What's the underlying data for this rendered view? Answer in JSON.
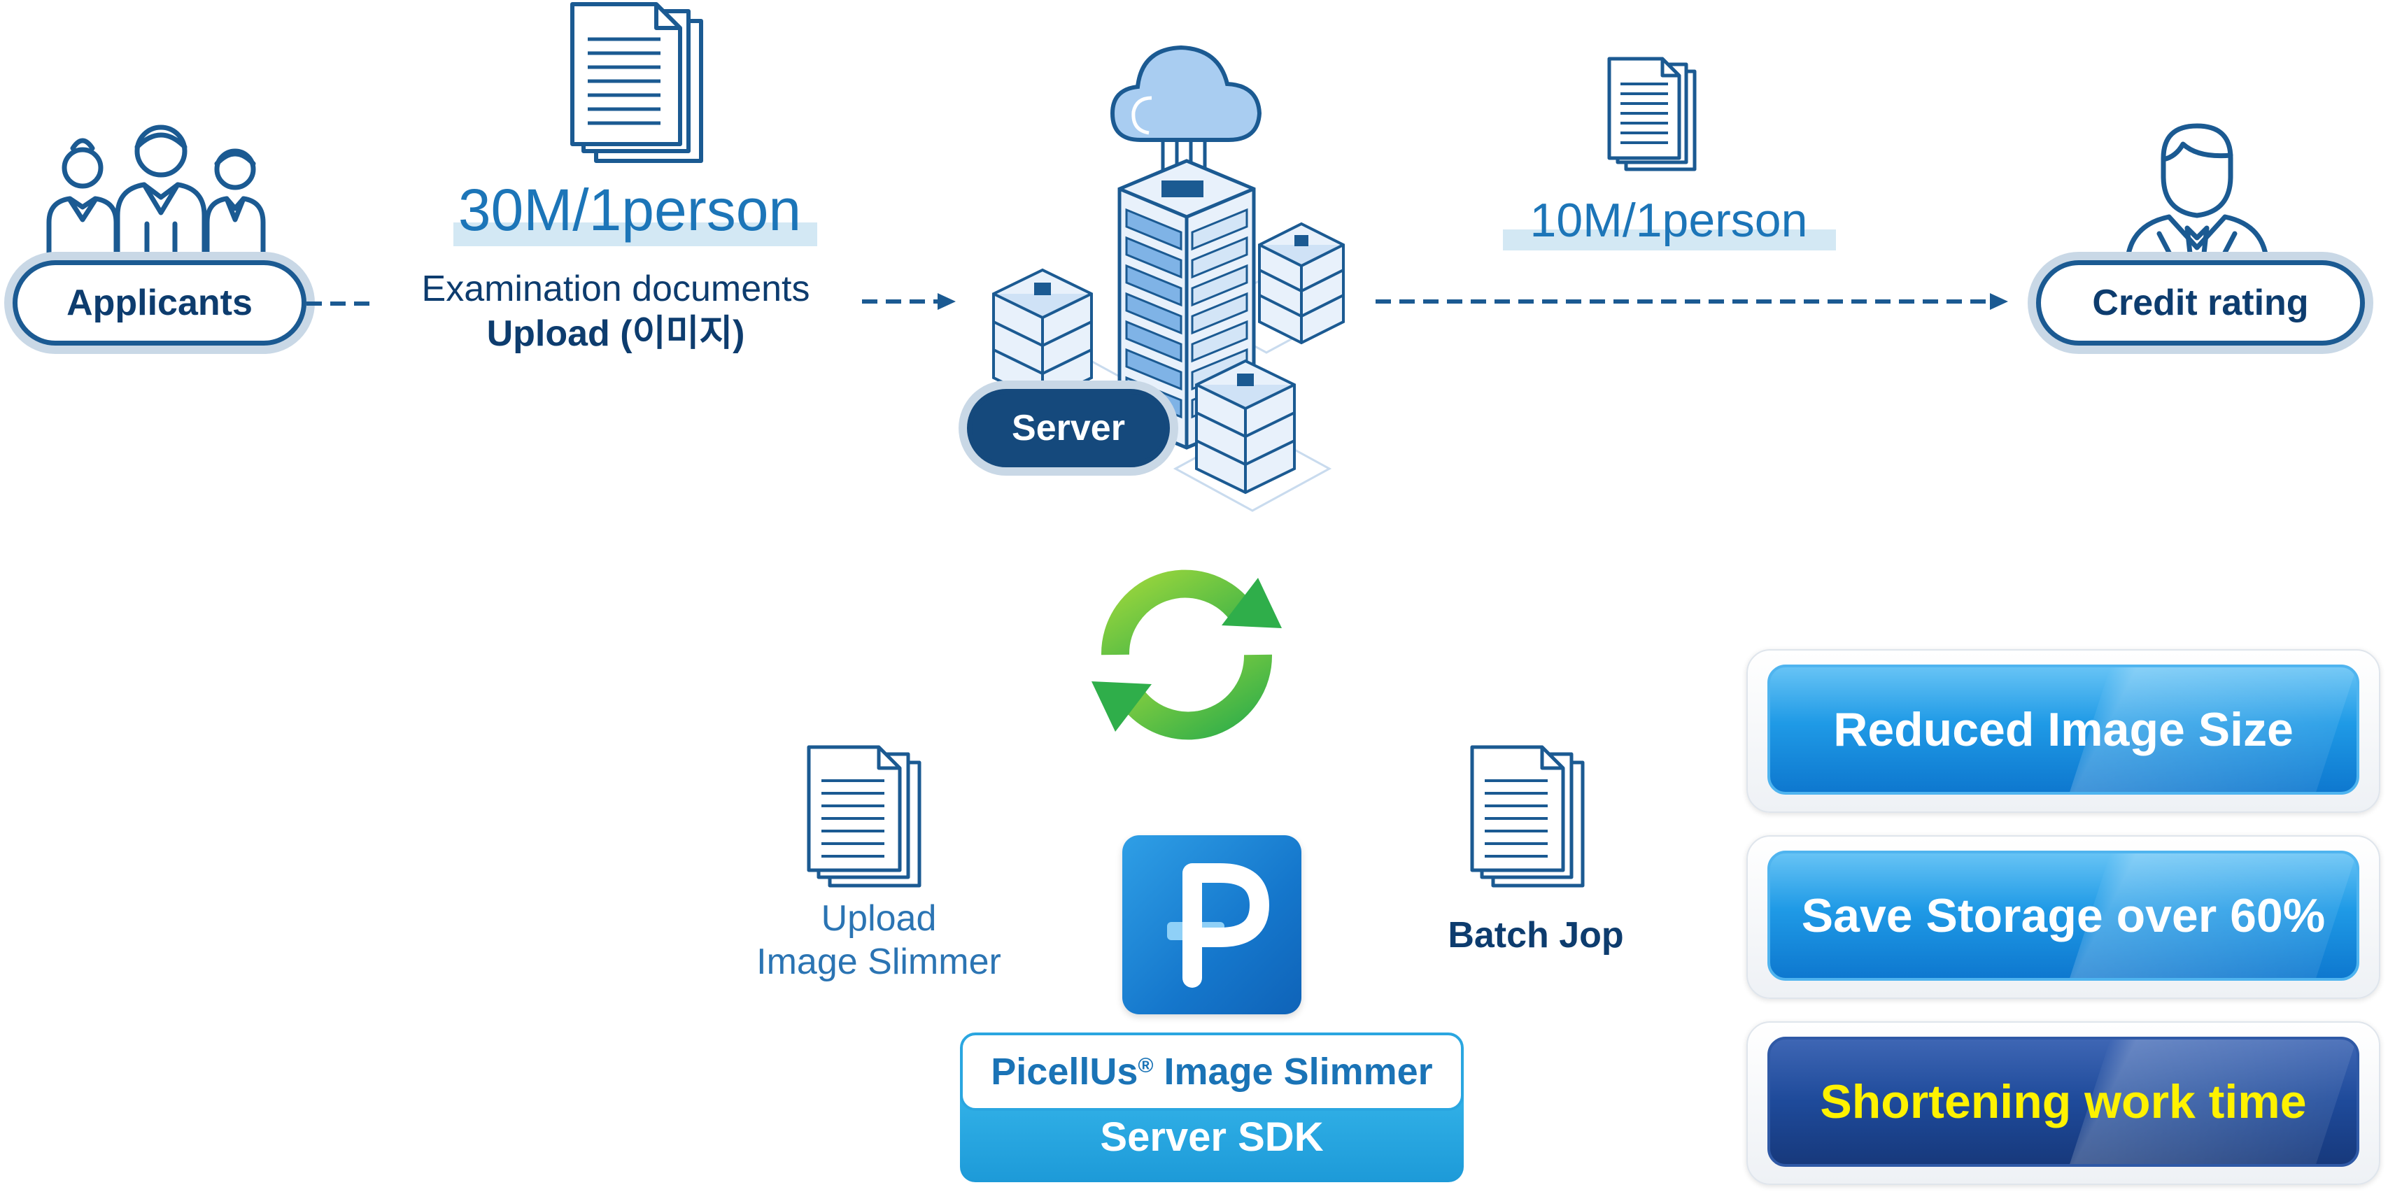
{
  "applicants": {
    "label": "Applicants"
  },
  "upload": {
    "size": "30M/1person",
    "line1": "Examination documents",
    "line2": "Upload (이미지)"
  },
  "server": {
    "label": "Server"
  },
  "output": {
    "size": "10M/1person"
  },
  "credit": {
    "label": "Credit rating"
  },
  "cycle": {
    "left_line1": "Upload",
    "left_line2": "Image Slimmer",
    "right": "Batch Jop"
  },
  "sdk": {
    "product": "PicellUs",
    "reg_mark": "®",
    "product_suffix": " Image Slimmer",
    "type": "Server SDK"
  },
  "benefits": [
    {
      "label": "Reduced Image Size"
    },
    {
      "label": "Save Storage over 60%"
    },
    {
      "label": "Shortening work time"
    }
  ],
  "colors": {
    "navy": "#0d3c6e",
    "accent_blue": "#1c75b8",
    "benefit_light": "#1f9ae6",
    "benefit_dark": "#1e4a9a",
    "highlight_text": "#fff200",
    "cycle_green": "#5cc03a"
  }
}
